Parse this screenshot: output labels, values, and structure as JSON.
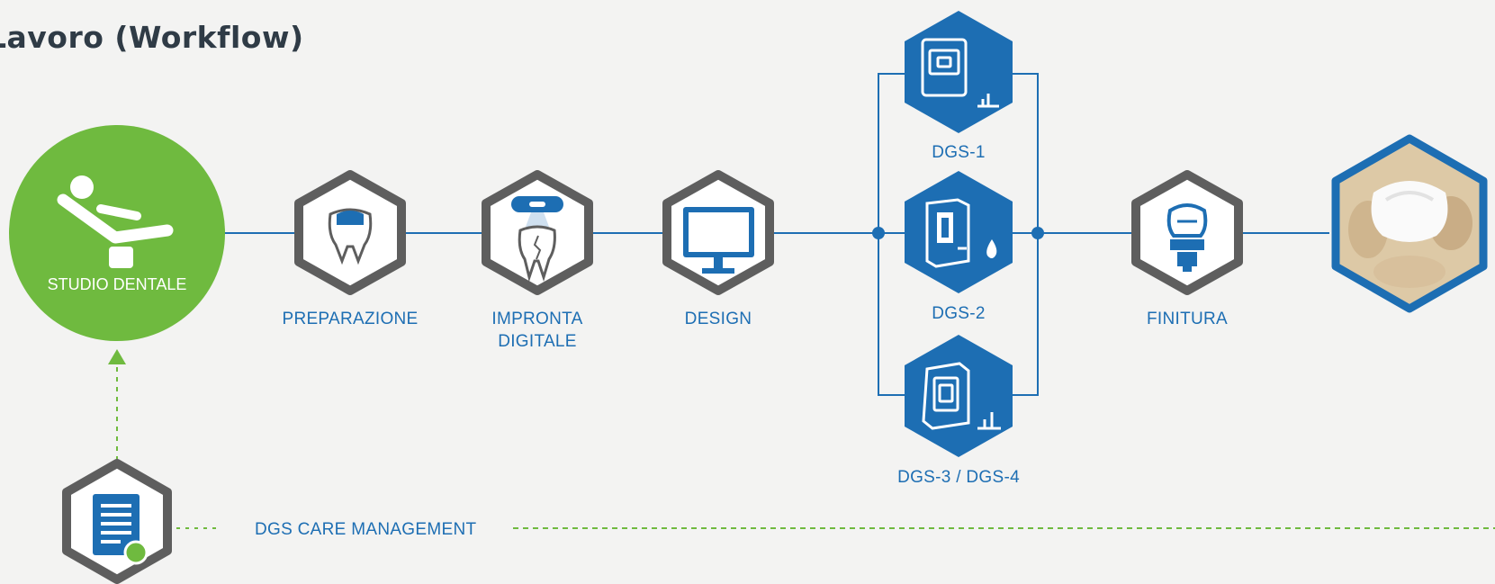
{
  "title": "Lavoro (Workflow)",
  "colors": {
    "blue": "#1d6eb3",
    "green": "#6fba3f",
    "gray": "#5e5e5e",
    "background": "#f3f3f2"
  },
  "start_node": {
    "label": "STUDIO DENTALE",
    "icon": "dental-chair-icon"
  },
  "steps": [
    {
      "label": "PREPARAZIONE",
      "icon": "prepared-tooth-icon"
    },
    {
      "label_line1": "IMPRONTA",
      "label_line2": "DIGITALE",
      "icon": "intraoral-scanner-icon"
    },
    {
      "label": "DESIGN",
      "icon": "monitor-icon"
    }
  ],
  "machines": [
    {
      "label": "DGS-1",
      "icon": "milling-machine-icon"
    },
    {
      "label": "DGS-2",
      "icon": "wet-milling-machine-icon"
    },
    {
      "label": "DGS-3 / DGS-4",
      "icon": "milling-machine-icon"
    }
  ],
  "finishing": {
    "label": "FINITURA",
    "icon": "crown-finishing-icon"
  },
  "result": {
    "icon": "dental-crown-photo"
  },
  "care_management": {
    "label": "DGS CARE MANAGEMENT",
    "icon": "document-icon"
  }
}
